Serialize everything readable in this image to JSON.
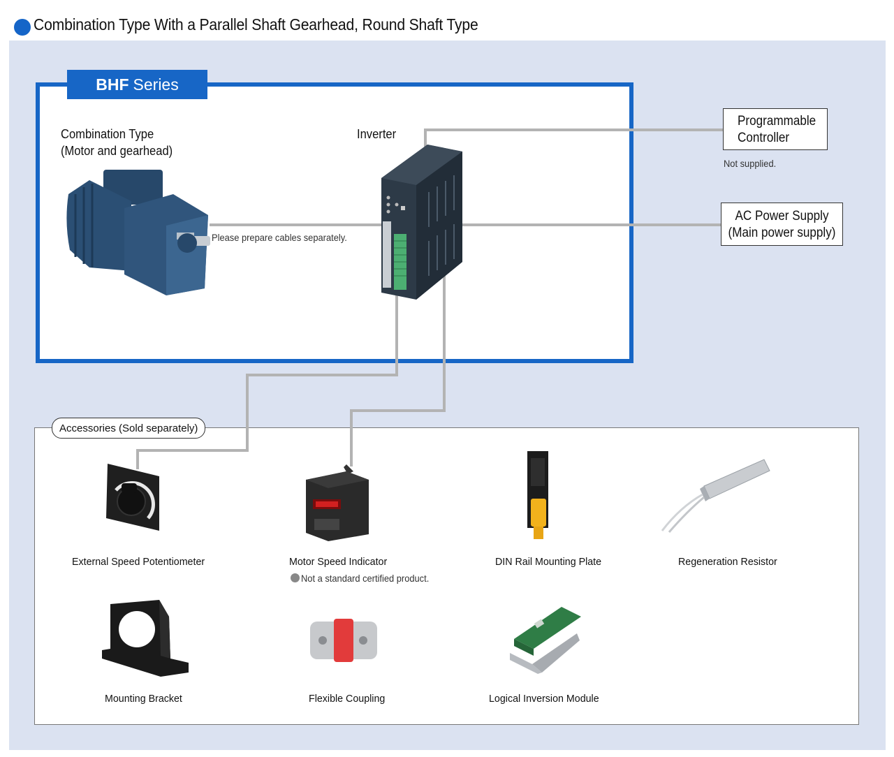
{
  "header": {
    "title": "Combination Type With a Parallel Shaft Gearhead, Round Shaft Type"
  },
  "series": {
    "name_bold": "BHF",
    "name_rest": "Series"
  },
  "motor": {
    "label_line1": "Combination Type",
    "label_line2": "(Motor and gearhead)"
  },
  "inverter": {
    "label": "Inverter"
  },
  "cable_note": "Please prepare cables separately.",
  "plc": {
    "line1": "Programmable",
    "line2": "Controller",
    "note": "Not supplied."
  },
  "power": {
    "line1": "AC Power Supply",
    "line2": "(Main power supply)"
  },
  "accessories": {
    "tag": "Accessories (Sold separately)",
    "items": [
      {
        "label": "External Speed Potentiometer"
      },
      {
        "label": "Motor Speed Indicator",
        "note": "Not a standard certified product."
      },
      {
        "label": "DIN Rail Mounting Plate"
      },
      {
        "label": "Regeneration Resistor"
      },
      {
        "label": "Mounting Bracket"
      },
      {
        "label": "Flexible Coupling"
      },
      {
        "label": "Logical Inversion Module"
      }
    ]
  },
  "colors": {
    "brand_blue": "#1766c6",
    "panel_bg": "#dbe2f1",
    "cable_gray": "#b3b3b3"
  }
}
